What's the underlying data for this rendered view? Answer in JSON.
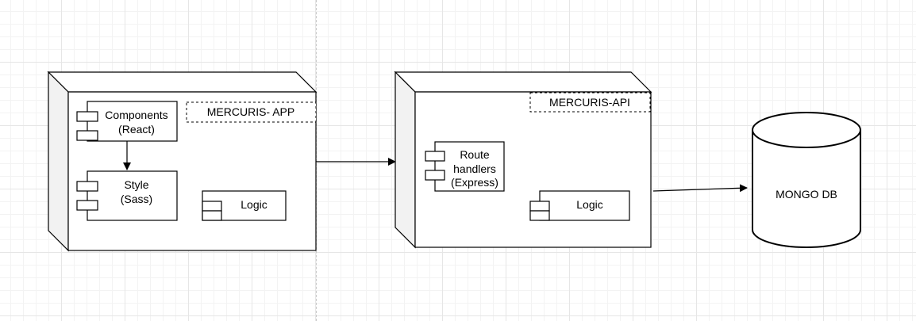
{
  "diagram": {
    "app_node": {
      "label": "MERCURIS- APP",
      "components": {
        "ui": {
          "line1": "Components",
          "line2": "(React)"
        },
        "style": {
          "line1": "Style",
          "line2": "(Sass)"
        },
        "logic": {
          "label": "Logic"
        }
      }
    },
    "api_node": {
      "label": "MERCURIS-API",
      "components": {
        "routes": {
          "line1": "Route",
          "line2": "handlers",
          "line3": "(Express)"
        },
        "logic": {
          "label": "Logic"
        }
      }
    },
    "database": {
      "label": "MONGO DB"
    }
  },
  "colors": {
    "stroke": "#000000",
    "node_fill": "#ffffff",
    "node_side_fill": "#f2f2f2"
  }
}
